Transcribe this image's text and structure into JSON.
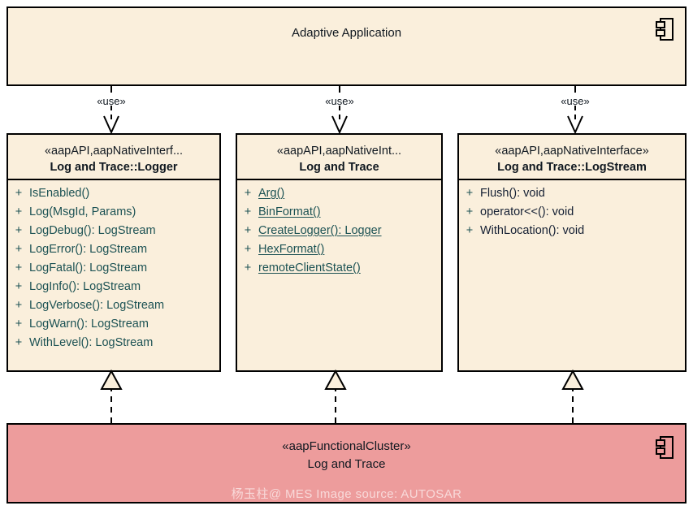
{
  "diagram": {
    "type": "uml-class-diagram",
    "title": "Adaptive Application Log and Trace",
    "colors": {
      "cream_fill": "#FAEFDC",
      "cluster_fill": "#ED9C9C",
      "border": "#000000",
      "operation_teal": "#1C5254",
      "operation_navy": "#141F33",
      "text": "#101820"
    }
  },
  "top_component": {
    "name": "Adaptive Application",
    "icon": "component-icon",
    "fill": "#FAEFDC"
  },
  "bottom_component": {
    "stereotype": "«aapFunctionalCluster»",
    "name": "Log and Trace",
    "icon": "component-icon",
    "fill": "#ED9C9C"
  },
  "dependencies": [
    {
      "label": "«use»",
      "from": "Adaptive Application",
      "to": "Log and Trace::Logger"
    },
    {
      "label": "«use»",
      "from": "Adaptive Application",
      "to": "Log and Trace"
    },
    {
      "label": "«use»",
      "from": "Adaptive Application",
      "to": "Log and Trace::LogStream"
    }
  ],
  "realizations": [
    {
      "from": "Log and Trace (cluster)",
      "to": "Log and Trace::Logger"
    },
    {
      "from": "Log and Trace (cluster)",
      "to": "Log and Trace"
    },
    {
      "from": "Log and Trace (cluster)",
      "to": "Log and Trace::LogStream"
    }
  ],
  "classes": [
    {
      "id": "logger",
      "stereotype": "«aapAPI,aapNativeInterf...",
      "name": "Log and Trace::Logger",
      "color_style": "teal",
      "operations": [
        {
          "visibility": "+",
          "signature": "IsEnabled()",
          "static": false
        },
        {
          "visibility": "+",
          "signature": "Log(MsgId, Params)",
          "static": false
        },
        {
          "visibility": "+",
          "signature": "LogDebug(): LogStream",
          "static": false
        },
        {
          "visibility": "+",
          "signature": "LogError(): LogStream",
          "static": false
        },
        {
          "visibility": "+",
          "signature": "LogFatal(): LogStream",
          "static": false
        },
        {
          "visibility": "+",
          "signature": "LogInfo(): LogStream",
          "static": false
        },
        {
          "visibility": "+",
          "signature": "LogVerbose(): LogStream",
          "static": false
        },
        {
          "visibility": "+",
          "signature": "LogWarn(): LogStream",
          "static": false
        },
        {
          "visibility": "+",
          "signature": "WithLevel(): LogStream",
          "static": false
        }
      ]
    },
    {
      "id": "logandtrace",
      "stereotype": "«aapAPI,aapNativeInt...",
      "name": "Log and Trace",
      "color_style": "teal",
      "operations": [
        {
          "visibility": "+",
          "signature": "Arg()",
          "static": true
        },
        {
          "visibility": "+",
          "signature": "BinFormat()",
          "static": true
        },
        {
          "visibility": "+",
          "signature": "CreateLogger(): Logger",
          "static": true
        },
        {
          "visibility": "+",
          "signature": "HexFormat()",
          "static": true
        },
        {
          "visibility": "+",
          "signature": "remoteClientState()",
          "static": true
        }
      ]
    },
    {
      "id": "logstream",
      "stereotype": "«aapAPI,aapNativeInterface»",
      "name": "Log and Trace::LogStream",
      "color_style": "navy",
      "operations": [
        {
          "visibility": "+",
          "signature": "Flush(): void",
          "static": false
        },
        {
          "visibility": "+",
          "signature": "operator<<(): void",
          "static": false
        },
        {
          "visibility": "+",
          "signature": "WithLocation(): void",
          "static": false
        }
      ]
    }
  ],
  "watermark": {
    "text": "杨玉柱@ MES Image source: AUTOSAR"
  }
}
